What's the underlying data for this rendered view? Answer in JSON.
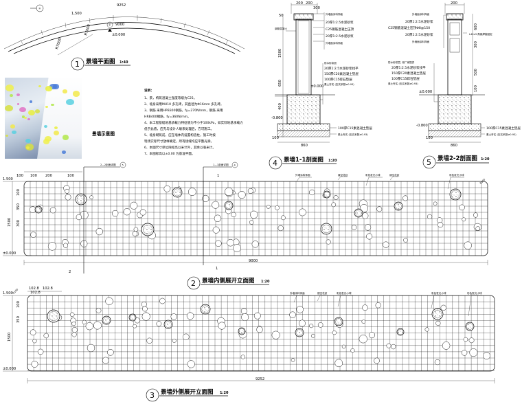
{
  "plan": {
    "arc_len": "9252",
    "chord": "9000",
    "r_inner": "R7000",
    "r_outer": "R7000",
    "gap": "1,500",
    "elev": "±0.000",
    "north_mark": "③",
    "section_mark": "②",
    "title_num": "1",
    "title": "景墙平面图",
    "scale": "1:40"
  },
  "photo": {
    "caption": "景墙示意图"
  },
  "notes": {
    "heading": "说明：",
    "lines": [
      "1、景，构筑混凝土强度等级为C25。",
      "2、墙身采用MU10 多孔砖，其直径为Φ16mm 多孔砖。",
      "3、钢筋 采用HPB300钢筋，fy=270N/mm，钢筋 采用",
      "HRB400钢筋，fy=360N/mm。",
      "4、本工程基础地基承载力特征值为不小于100kPa，如实际地基承载力",
      "低于此值，应先与设计人联系处理后，方可施工。",
      "5、墙身砌筑前，应在墙体内设置构造柱，施工时按",
      "现场实际尺寸放样确定，所有接缝均应平整光滑。",
      "6、本图尺寸单位除标高以米计外，其余以毫米计。",
      "7、本图标高以±0.00 为基准平面。"
    ]
  },
  "section1": {
    "dims_top": [
      "200",
      "200",
      "300"
    ],
    "dims_side": [
      "1500",
      "400",
      "650",
      "50"
    ],
    "layers_top": [
      "外墙面涂料饰面",
      "20厚1:2.5水泥砂浆",
      "C25钢筋混凝土压顶",
      "20厚1:2.5水泥砂浆",
      "外墙面涂料饰面"
    ],
    "label_side": "钢筋混凝土",
    "layers_mid": [
      "防水砂浆层",
      "20厚1:2.5水泥砂浆找平",
      "150厚C20素混凝土垫层",
      "100厚C15碎石垫层",
      "素土夯实 (压实系数≥0.93)"
    ],
    "layers_bottom": [
      "100厚C15素混凝土垫层",
      "素土夯实 (压实系数≥0.93)"
    ],
    "elev_top": "±0.000",
    "elev_bot": "-0.800",
    "width": "860",
    "base": "100",
    "title_num": "4",
    "title": "景墙1-1剖面图",
    "scale": "1:20"
  },
  "section2": {
    "dims_top": [
      "200"
    ],
    "dims_side": [
      "600",
      "300",
      "500",
      "100"
    ],
    "layers_top": [
      "外墙面涂料饰面",
      "20厚1:2.5水泥砂浆",
      "C25钢筋混凝土压顶Φ8@150",
      "20厚1:2.5水泥砂浆",
      "外墙面涂料饰面"
    ],
    "label_side": "L40x3 角钢焊接固定",
    "layers_mid": [
      "防水砂浆层, 用厂家提供",
      "20厚1:2.5水泥砂浆找平",
      "150厚C20素混凝土垫层",
      "100厚C15碎石垫层",
      "素土夯实 (压实系数≥0.93)"
    ],
    "layers_bottom": [
      "100厚C15素混凝土垫层",
      "素土夯实 (压实系数≥0.93)"
    ],
    "elev_top": "±0.000",
    "elev_bot": "-0.800",
    "width": "860",
    "base": "100",
    "title_num": "5",
    "title": "景墙2-2剖面图",
    "scale": "1:20"
  },
  "elev_inner": {
    "top_elev": "1.500",
    "base_elev": "±0.000",
    "height": "1500",
    "length": "9000",
    "dims_top": [
      "100",
      "100",
      "200",
      "100"
    ],
    "dims_side": [
      "100",
      "350",
      "300"
    ],
    "cut2": "2—2剖面详图",
    "cut2_ref": "5",
    "cut1": "1—1剖面详图",
    "cut1_ref": "4",
    "cut_num1": "1",
    "cut_num2": "2",
    "leaders": [
      "外墙涂料饰面",
      "镂空花纹",
      "彩色发光小球",
      "镂空花纹",
      "彩色发光小球"
    ],
    "r_label": "R100",
    "title_num": "2",
    "title": "景墙内侧展开立面图",
    "scale": "1:20"
  },
  "elev_outer": {
    "top_elev": "1.500",
    "base_elev": "±0.000",
    "height": "1500",
    "length": "9252",
    "dims_top": [
      "102.8",
      "102.8",
      "102.8"
    ],
    "dims_side": [
      "100",
      "350"
    ],
    "leaders": [
      "外墙涂料饰面",
      "镂空花纹",
      "彩色发光小球",
      "彩色发光小球",
      "彩色发光小球"
    ],
    "r_label": "R100",
    "title_num": "3",
    "title": "景墙外侧展开立面图",
    "scale": "1:20"
  },
  "colors": {
    "ink": "#000000",
    "paper": "#ffffff",
    "hatch": "#444444"
  }
}
